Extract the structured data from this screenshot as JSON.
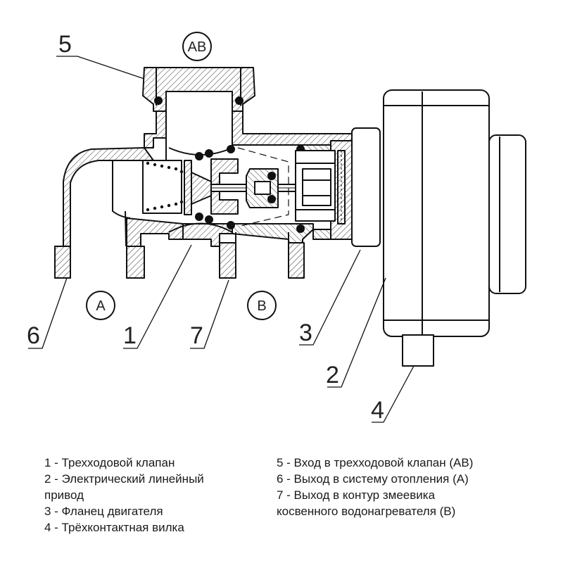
{
  "callouts": {
    "c1": "1",
    "c2": "2",
    "c3": "3",
    "c4": "4",
    "c5": "5",
    "c6": "6",
    "c7": "7"
  },
  "ports": {
    "ab": "AB",
    "a": "A",
    "b": "B"
  },
  "legend": {
    "left": [
      "1 - Трехходовой клапан",
      "2 - Электрический линейный",
      "привод",
      "3 - Фланец двигателя",
      "4 - Трёхконтактная вилка"
    ],
    "right": [
      "5 - Вход в трехходовой клапан (АВ)",
      "6 - Выход в систему отопления (А)",
      "7 - Выход в контур змеевика",
      "косвенного водонагревателя (В)"
    ]
  }
}
